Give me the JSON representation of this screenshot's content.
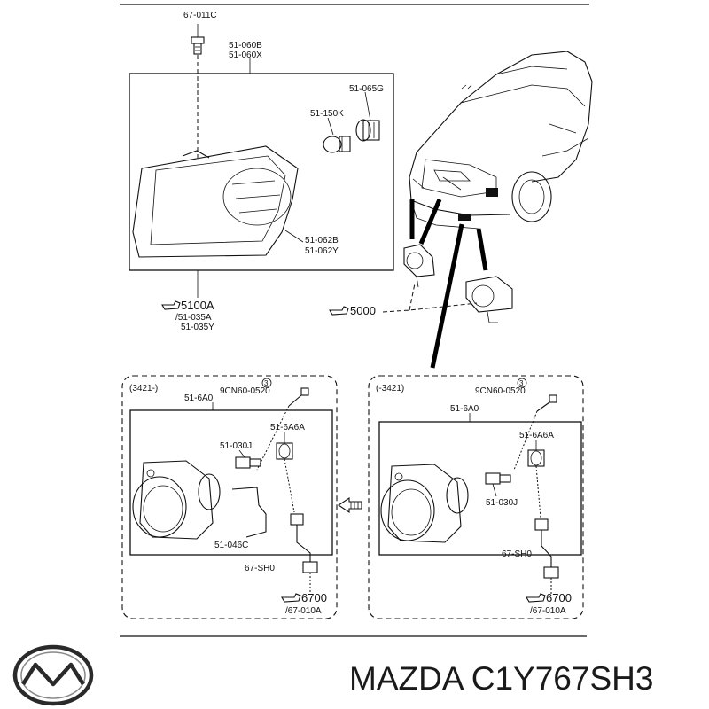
{
  "top_panel": {
    "labels": {
      "clip": "67-011C",
      "lamp_a": "51-060B",
      "lamp_b": "51-060X",
      "socket": "51-065G",
      "bulb": "51-150K",
      "lens_a": "51-062B",
      "lens_b": "51-062Y"
    },
    "ref_left": {
      "main": "5100A",
      "sub1": "/51-035A",
      "sub2": "51-035Y"
    },
    "ref_right": {
      "main": "5000"
    }
  },
  "left_panel": {
    "bracket": "(3421-)",
    "screw": "9CN60-0520",
    "screw_qty": "3",
    "lamp": "51-6A0",
    "socket": "51-6A6A",
    "bulb": "51-030J",
    "wire": "51-046C",
    "harness": "67-SH0",
    "ref_main": "6700",
    "ref_sub": "/67-010A"
  },
  "right_panel": {
    "bracket": "(-3421)",
    "screw": "9CN60-0520",
    "screw_qty": "3",
    "lamp": "51-6A0",
    "socket": "51-6A6A",
    "bulb": "51-030J",
    "harness": "67-SH0",
    "ref_main": "6700",
    "ref_sub": "/67-010A"
  },
  "caption": {
    "part_number": "MAZDA C1Y767SH3"
  },
  "icons": [
    "mazda-logo-icon",
    "pointing-hand-icon",
    "arrow-left-icon"
  ]
}
